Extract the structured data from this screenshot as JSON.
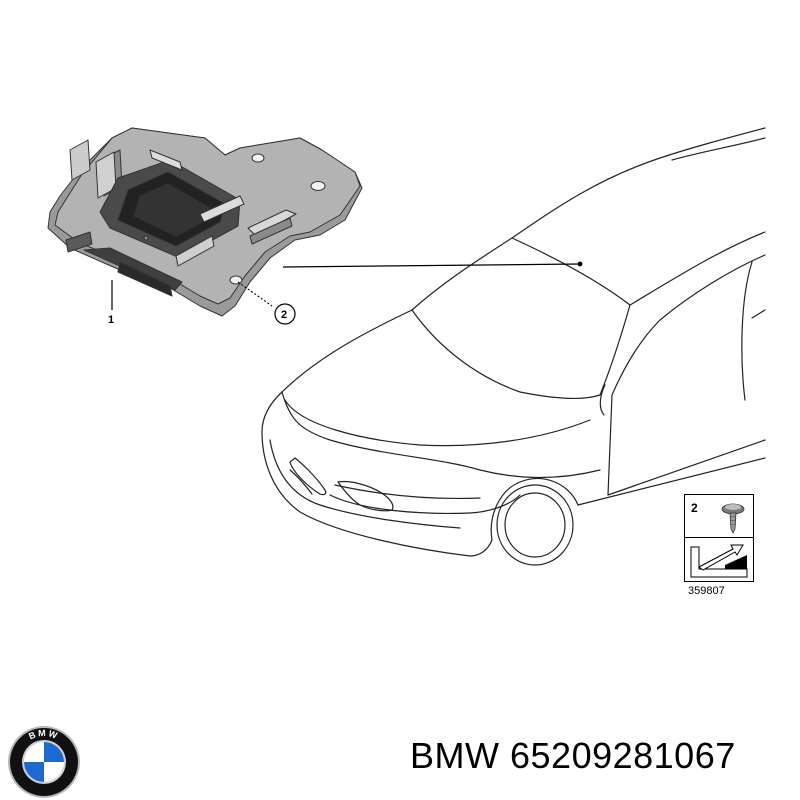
{
  "diagram": {
    "callouts": [
      {
        "label": "1",
        "part": "control-unit-bracket"
      },
      {
        "label": "2",
        "part": "screw"
      }
    ],
    "legend": {
      "part_number": "2",
      "icon": "screw-icon"
    },
    "diagram_id": "359807"
  },
  "footer": {
    "brand": "BMW",
    "part_number": "65209281067",
    "logo_letters": "BMW",
    "logo_colors": {
      "blue": "#1c69d4",
      "white": "#ffffff",
      "ring": "#000000",
      "chrome": "#b8b8b8"
    }
  }
}
